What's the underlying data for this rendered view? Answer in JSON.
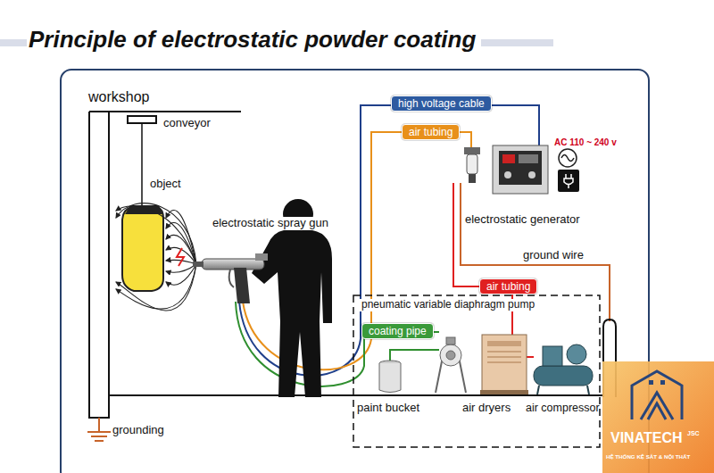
{
  "diagram": {
    "title": "Principle of electrostatic powder coating",
    "nodes": [
      {
        "text": [
          "high voltage cable"
        ]
      },
      {
        "text": [
          "air tubing"
        ]
      },
      {
        "text": [
          "air tubing"
        ]
      },
      {
        "text": [
          "coating pipe"
        ]
      }
    ],
    "labels": [
      "workshop",
      "conveyor",
      "object",
      "electrostatic spray gun",
      "AC 110 ~ 240 v",
      "electrostatic generator",
      "ground wire",
      "pneumatic variable diaphragm pump",
      "paint bucket",
      "air dryers",
      "air compressor",
      "grounding",
      "VINATECH",
      "JSC",
      "HỆ THỐNG KỆ SẮT & NỘI THẤT"
    ]
  }
}
